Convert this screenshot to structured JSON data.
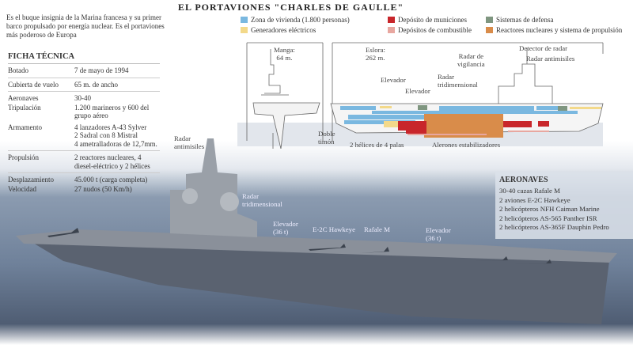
{
  "title": "EL PORTAVIONES \"CHARLES DE GAULLE\"",
  "intro": "Es el buque insignia de la Marina francesa y su primer barco propulsado por energía nuclear. Es el portaviones más poderoso de Europa",
  "ficha": {
    "heading": "FICHA TÉCNICA",
    "rows": [
      {
        "k": "Botado",
        "v": "7 de mayo de 1994"
      },
      {
        "k": "Cubierta de vuelo",
        "v": "65 m. de ancho"
      },
      {
        "k": "Aeronaves",
        "v": "30-40"
      },
      {
        "k": "Tripulación",
        "v": "1.200 marineros y 600 del grupo aéreo"
      },
      {
        "k": "Armamento",
        "v": "4 lanzadores A-43 Sylver\n2 Sadral con 8 Mistral\n4 ametralladoras de 12,7mm."
      },
      {
        "k": "Propulsión",
        "v": "2 reactores nucleares, 4 diesel-eléctrico y 2 hélices"
      },
      {
        "k": "Desplazamiento",
        "v": "45.000 t (carga completa)"
      },
      {
        "k": "Velocidad",
        "v": "27 nudos (50 Km/h)"
      }
    ]
  },
  "legend": [
    {
      "label": "Zona de vivienda (1.800 personas)",
      "color": "#7ab8e0"
    },
    {
      "label": "Generadores eléctricos",
      "color": "#f3d98a"
    },
    {
      "label": "Depósito de municiones",
      "color": "#c8262b"
    },
    {
      "label": "Depósitos de combustible",
      "color": "#e8a7a0"
    },
    {
      "label": "Sistemas de defensa",
      "color": "#7f9680"
    },
    {
      "label": "Reactores nucleares y sistema de propulsión",
      "color": "#d98c4a"
    }
  ],
  "diagram": {
    "manga": "Manga:\n64 m.",
    "eslora": "Eslora:\n262 m.",
    "detector": "Detector de radar",
    "vigilancia": "Radar de\nvigilancia",
    "antimisiles": "Radar antimisiles",
    "tridimensional": "Radar\ntridimensional",
    "elevador1": "Elevador",
    "elevador2": "Elevador",
    "timon": "Doble\ntimón",
    "helices": "2 hélices de 4 palas",
    "alerones": "Alerones estabilizadores"
  },
  "photo": {
    "antimisiles": "Radar\nantimisiles",
    "tridimensional": "Radar\ntridimensional",
    "elevador1": "Elevador\n(36 t)",
    "hawkeye": "E-2C Hawkeye",
    "rafale": "Rafale M",
    "elevador2": "Elevador\n(36 t)"
  },
  "aeronaves": {
    "heading": "AERONAVES",
    "items": [
      "30-40 cazas Rafale M",
      "2 aviones E-2C Hawkeye",
      "2 helicópteros NFH Caiman Marine",
      "2 helicópteros AS-565 Panther ISR",
      "2 helicópteros AS-365F Dauphin Pedro"
    ]
  }
}
